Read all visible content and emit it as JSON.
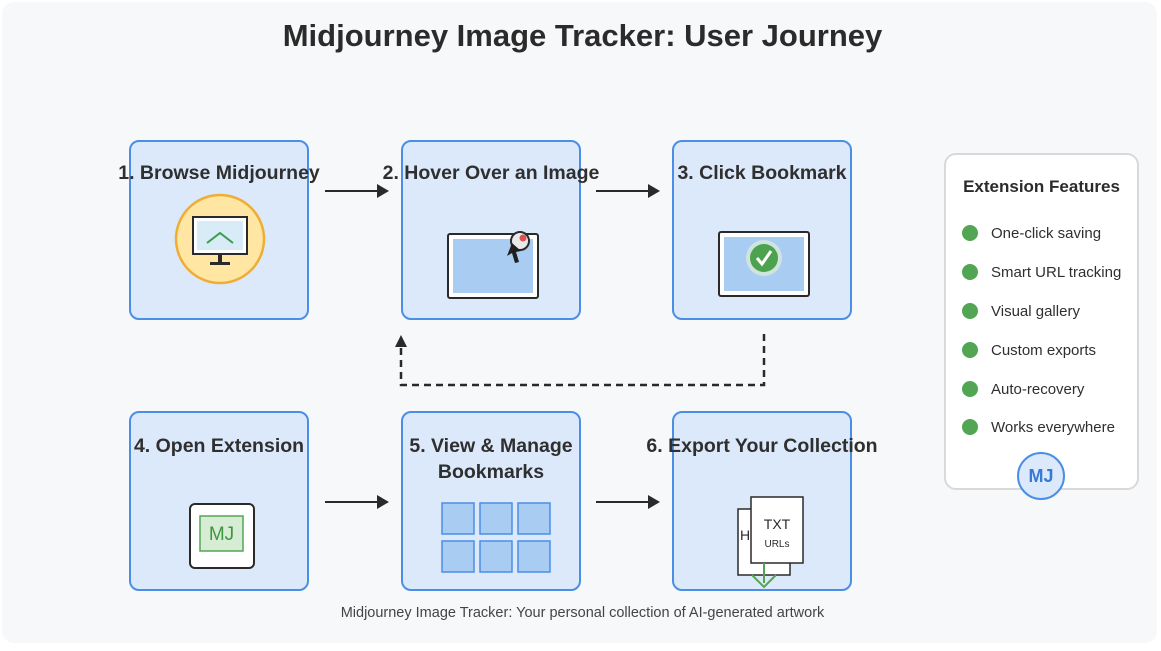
{
  "title": "Midjourney Image Tracker: User Journey",
  "steps": [
    {
      "label": "1. Browse Midjourney",
      "icon": "monitor-icon"
    },
    {
      "label": "2. Hover Over an Image",
      "icon": "image-hover-icon"
    },
    {
      "label": "3. Click Bookmark",
      "icon": "bookmark-check-icon"
    },
    {
      "label": "4. Open Extension",
      "icon": "extension-icon"
    },
    {
      "label": "5. View & Manage Bookmarks",
      "icon": "grid-icon"
    },
    {
      "label": "6. Export Your Collection",
      "icon": "export-files-icon"
    }
  ],
  "export_icon": {
    "file_front_main": "TXT",
    "file_front_sub": "URLs",
    "file_back": "H"
  },
  "extension_icon_text": "MJ",
  "features": {
    "title": "Extension Features",
    "items": [
      "One-click saving",
      "Smart URL tracking",
      "Visual gallery",
      "Custom exports",
      "Auto-recovery",
      "Works everywhere"
    ],
    "badge": "MJ"
  },
  "caption": "Midjourney Image Tracker: Your personal collection of AI-generated artwork",
  "colors": {
    "box_fill": "#dbe9fb",
    "box_border": "#4a8ee6",
    "feature_dot": "#52a653",
    "monitor_circle": "#ffe7a3",
    "monitor_ring": "#f0ad36"
  }
}
